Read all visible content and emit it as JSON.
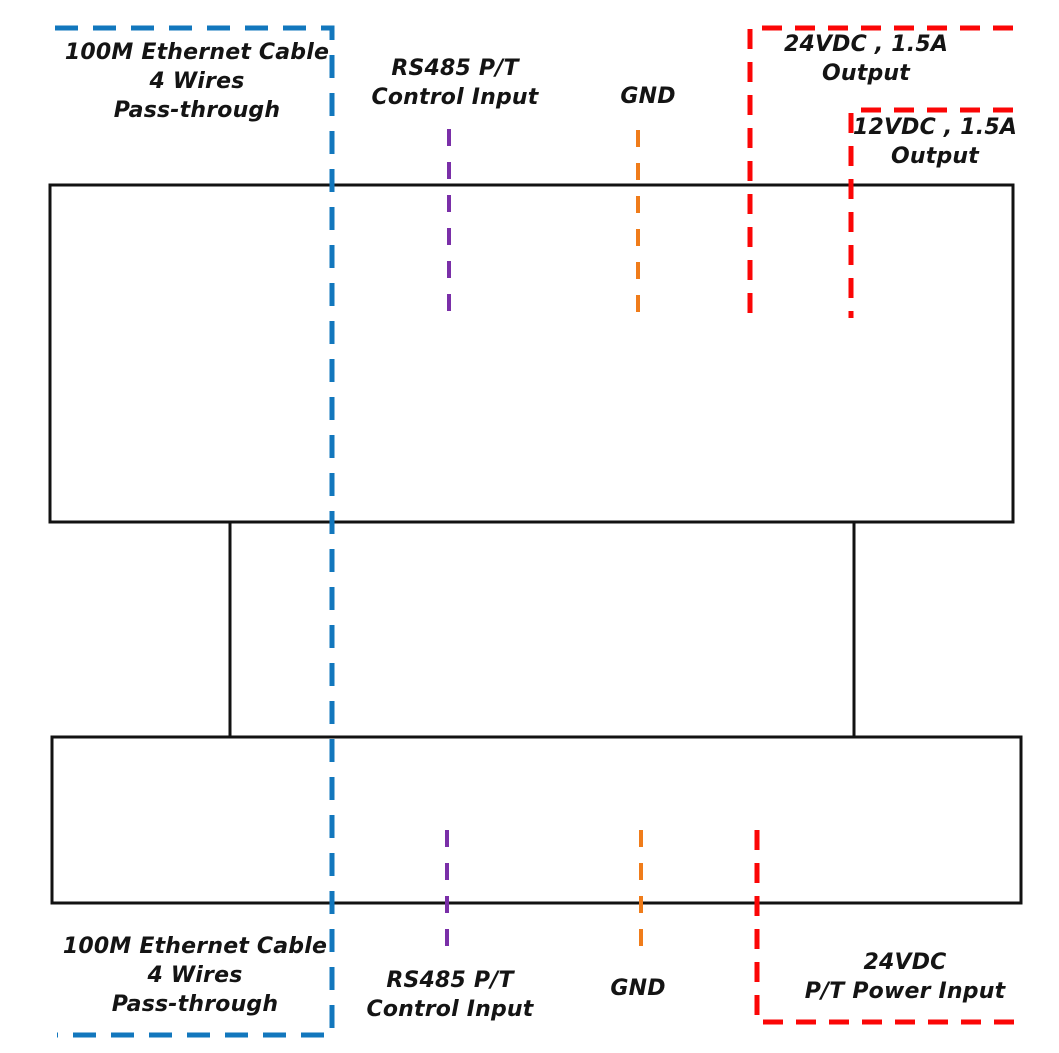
{
  "colors": {
    "ethernet": "#1277bd",
    "rs485": "#7a2fa8",
    "gnd": "#f07c1a",
    "power": "#fb0606",
    "outline": "#121212"
  },
  "top": {
    "ethernet": [
      "100M Ethernet Cable",
      "4 Wires",
      "Pass-through"
    ],
    "rs485": [
      "RS485 P/T",
      "Control Input"
    ],
    "gnd": "GND",
    "output_24v": [
      "24VDC , 1.5A",
      "Output"
    ],
    "output_12v": [
      "12VDC , 1.5A",
      "Output"
    ]
  },
  "bottom": {
    "ethernet": [
      "100M Ethernet Cable",
      "4 Wires",
      "Pass-through"
    ],
    "rs485": [
      "RS485 P/T",
      "Control Input"
    ],
    "gnd": "GND",
    "power_24v": [
      "24VDC",
      "P/T Power Input"
    ]
  }
}
